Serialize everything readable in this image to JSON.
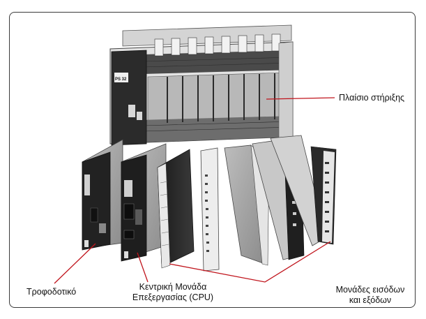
{
  "labels": {
    "rack": "Πλαίσιο στήριξης",
    "power_supply": "Τροφοδοτικό",
    "cpu_line1": "Κεντρική Μονάδα",
    "cpu_line2": "Επεξεργασίας (CPU)",
    "io_line1": "Μονάδες εισόδων",
    "io_line2": "και εξόδων"
  },
  "leader_color": "#c0141c"
}
